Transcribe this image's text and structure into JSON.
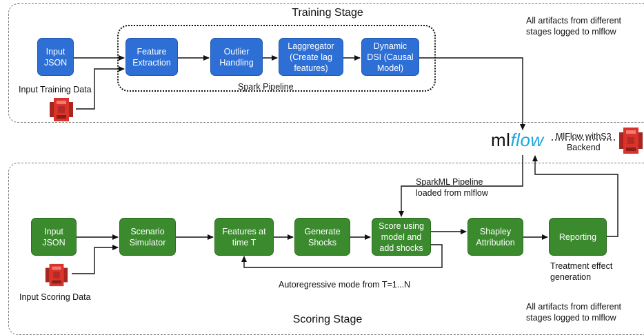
{
  "training": {
    "title": "Training Stage",
    "spark_label": "Spark Pipeline",
    "input_json": "Input\nJSON",
    "input_data_label": "Input Training Data",
    "feature_extraction": "Feature\nExtraction",
    "outlier_handling": "Outlier\nHandling",
    "laggregator": "Laggregator\n(Create lag\nfeatures)",
    "dynamic_dsi": "Dynamic\nDSI (Causal\nModel)",
    "artifacts_note": "All artifacts from different\nstages logged to mlflow"
  },
  "mlflow": {
    "logo_ml": "ml",
    "logo_flow": "flow",
    "backend_label": "MlFlow withS3\nBackend",
    "pipeline_loaded_label": "SparkML Pipeline\nloaded from mlflow"
  },
  "scoring": {
    "title": "Scoring Stage",
    "input_json": "Input\nJSON",
    "input_data_label": "Input Scoring Data",
    "scenario_simulator": "Scenario\nSimulator",
    "features_at_t": "Features at\ntime T",
    "generate_shocks": "Generate\nShocks",
    "score_node": "Score using\nmodel and\nadd shocks",
    "shapley": "Shapley\nAttribution",
    "reporting": "Reporting",
    "treatment_label": "Treatment effect\ngeneration",
    "autoregressive_label": "Autoregressive mode from T=1...N",
    "artifacts_note": "All artifacts from different\nstages logged to mlflow"
  },
  "colors": {
    "training_node": "#2e6fd6",
    "scoring_node": "#3b8b2e",
    "s3_icon": "#d9332c",
    "mlflow_accent": "#1ba7e0"
  }
}
